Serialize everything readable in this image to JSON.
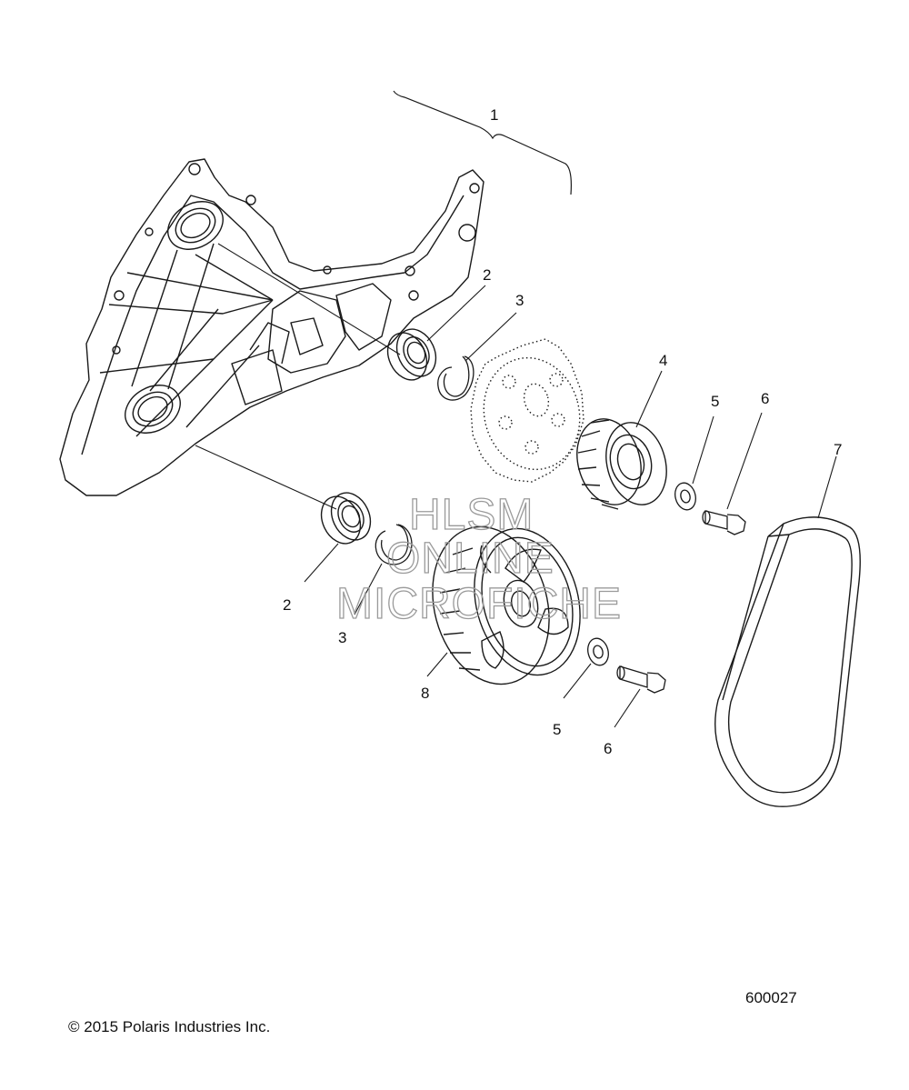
{
  "callouts": {
    "c1": "1",
    "c2a": "2",
    "c2b": "2",
    "c3a": "3",
    "c3b": "3",
    "c4": "4",
    "c5a": "5",
    "c5b": "5",
    "c6a": "6",
    "c6b": "6",
    "c7": "7",
    "c8": "8"
  },
  "watermark": {
    "line1": "HLSM",
    "line2": "ONLINE",
    "line3": "MICROFICHE"
  },
  "footer": {
    "copyright": "© 2015 Polaris Industries Inc.",
    "diagram_id": "600027"
  },
  "colors": {
    "line": "#1a1a1a",
    "watermark": "#9a9a9a",
    "background": "#ffffff"
  }
}
